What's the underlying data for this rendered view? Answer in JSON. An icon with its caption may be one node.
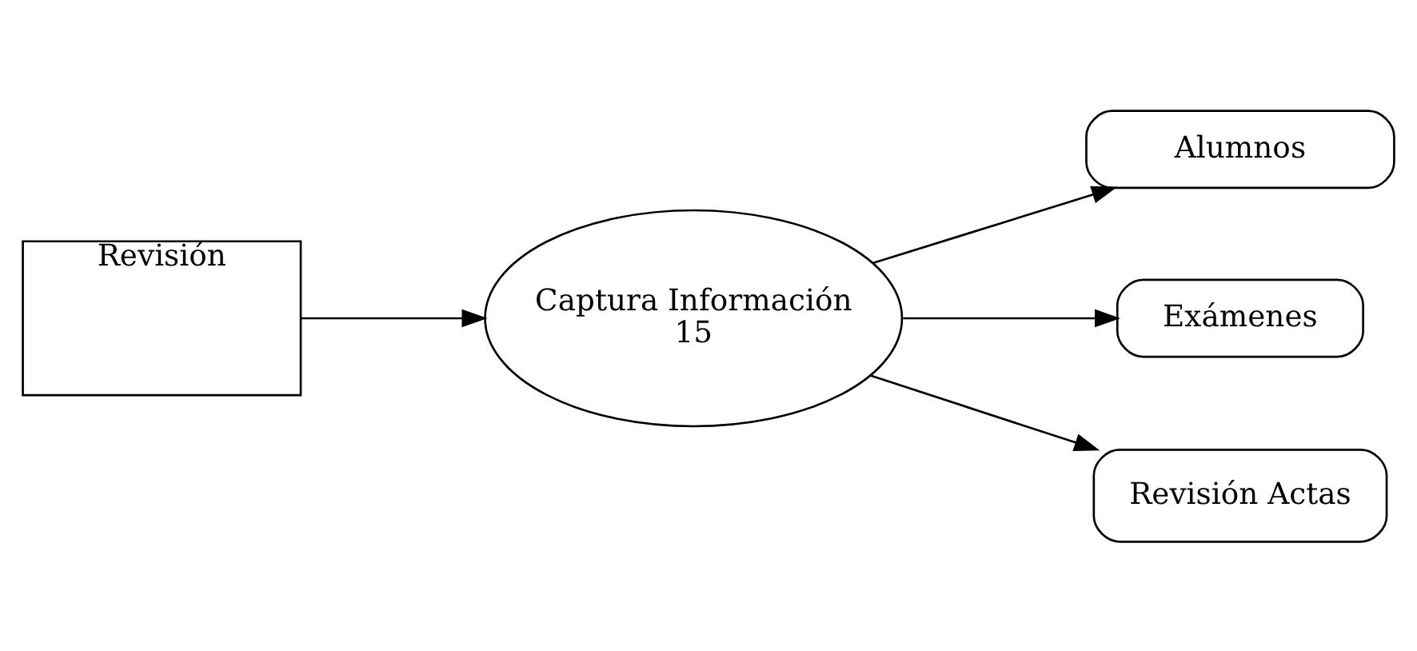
{
  "diagram": {
    "nodes": [
      {
        "text": [
          "Revisión"
        ]
      },
      {
        "text": [
          "Alumnos"
        ]
      },
      {
        "text": [
          "Captura Información",
          "15"
        ]
      },
      {
        "text": [
          "Exámenes"
        ]
      },
      {
        "text": [
          "Revisión Actas"
        ]
      }
    ],
    "edges": [
      {
        "from": 0,
        "to": 2,
        "arrow": "to"
      },
      {
        "from": 2,
        "to": 1,
        "arrow": "to"
      },
      {
        "from": 2,
        "to": 3,
        "arrow": "to"
      },
      {
        "from": 2,
        "to": 4,
        "arrow": "to"
      }
    ]
  }
}
